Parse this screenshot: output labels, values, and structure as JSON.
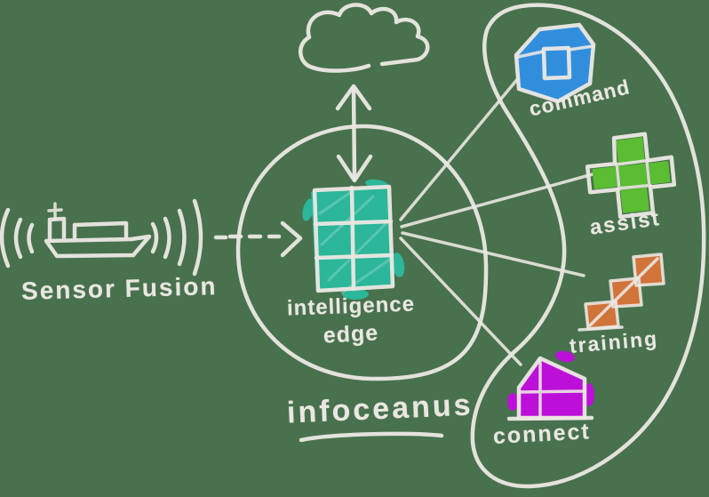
{
  "scene": {
    "description": "hand-drawn chalk style architecture diagram on green board",
    "background_color": "#48714D",
    "chalk_color": "#EAE7E2"
  },
  "colors": {
    "background": "#48714D",
    "chalk": "#EAE7E2",
    "teal": "#2CB69A",
    "blue": "#318EDD",
    "green": "#5ABD32",
    "orange": "#D0743A",
    "magenta": "#BC10D8"
  },
  "labels": {
    "sensor_fusion": "Sensor Fusion",
    "intelligence_edge_line1": "intelligence",
    "intelligence_edge_line2": "edge",
    "brand": "infoceanus",
    "command": "command",
    "assist": "assist",
    "training": "training",
    "connect": "connect"
  },
  "diagram": {
    "nodes": [
      {
        "id": "sensor-fusion",
        "label": "Sensor Fusion",
        "icon": "ship-with-sonar-waves",
        "color": "#EAE7E2"
      },
      {
        "id": "cloud",
        "label": "",
        "icon": "cloud",
        "color": "#EAE7E2"
      },
      {
        "id": "intelligence-edge",
        "label": "intelligence edge",
        "icon": "window-grid-rectangle",
        "color": "#2CB69A"
      },
      {
        "id": "command",
        "label": "command",
        "icon": "cube-box",
        "color": "#318EDD"
      },
      {
        "id": "assist",
        "label": "assist",
        "icon": "plus-cross",
        "color": "#5ABD32"
      },
      {
        "id": "training",
        "label": "training",
        "icon": "ascending-stairs",
        "color": "#D0743A"
      },
      {
        "id": "connect",
        "label": "connect",
        "icon": "building-house",
        "color": "#BC10D8"
      }
    ],
    "edges": [
      {
        "from": "sensor-fusion",
        "to": "intelligence-edge",
        "style": "dashed-arrow"
      },
      {
        "from": "intelligence-edge",
        "to": "cloud",
        "style": "double-headed-arrow"
      },
      {
        "from": "intelligence-edge",
        "to": "command",
        "style": "line"
      },
      {
        "from": "intelligence-edge",
        "to": "assist",
        "style": "line"
      },
      {
        "from": "intelligence-edge",
        "to": "training",
        "style": "line"
      },
      {
        "from": "intelligence-edge",
        "to": "connect",
        "style": "line"
      }
    ]
  }
}
